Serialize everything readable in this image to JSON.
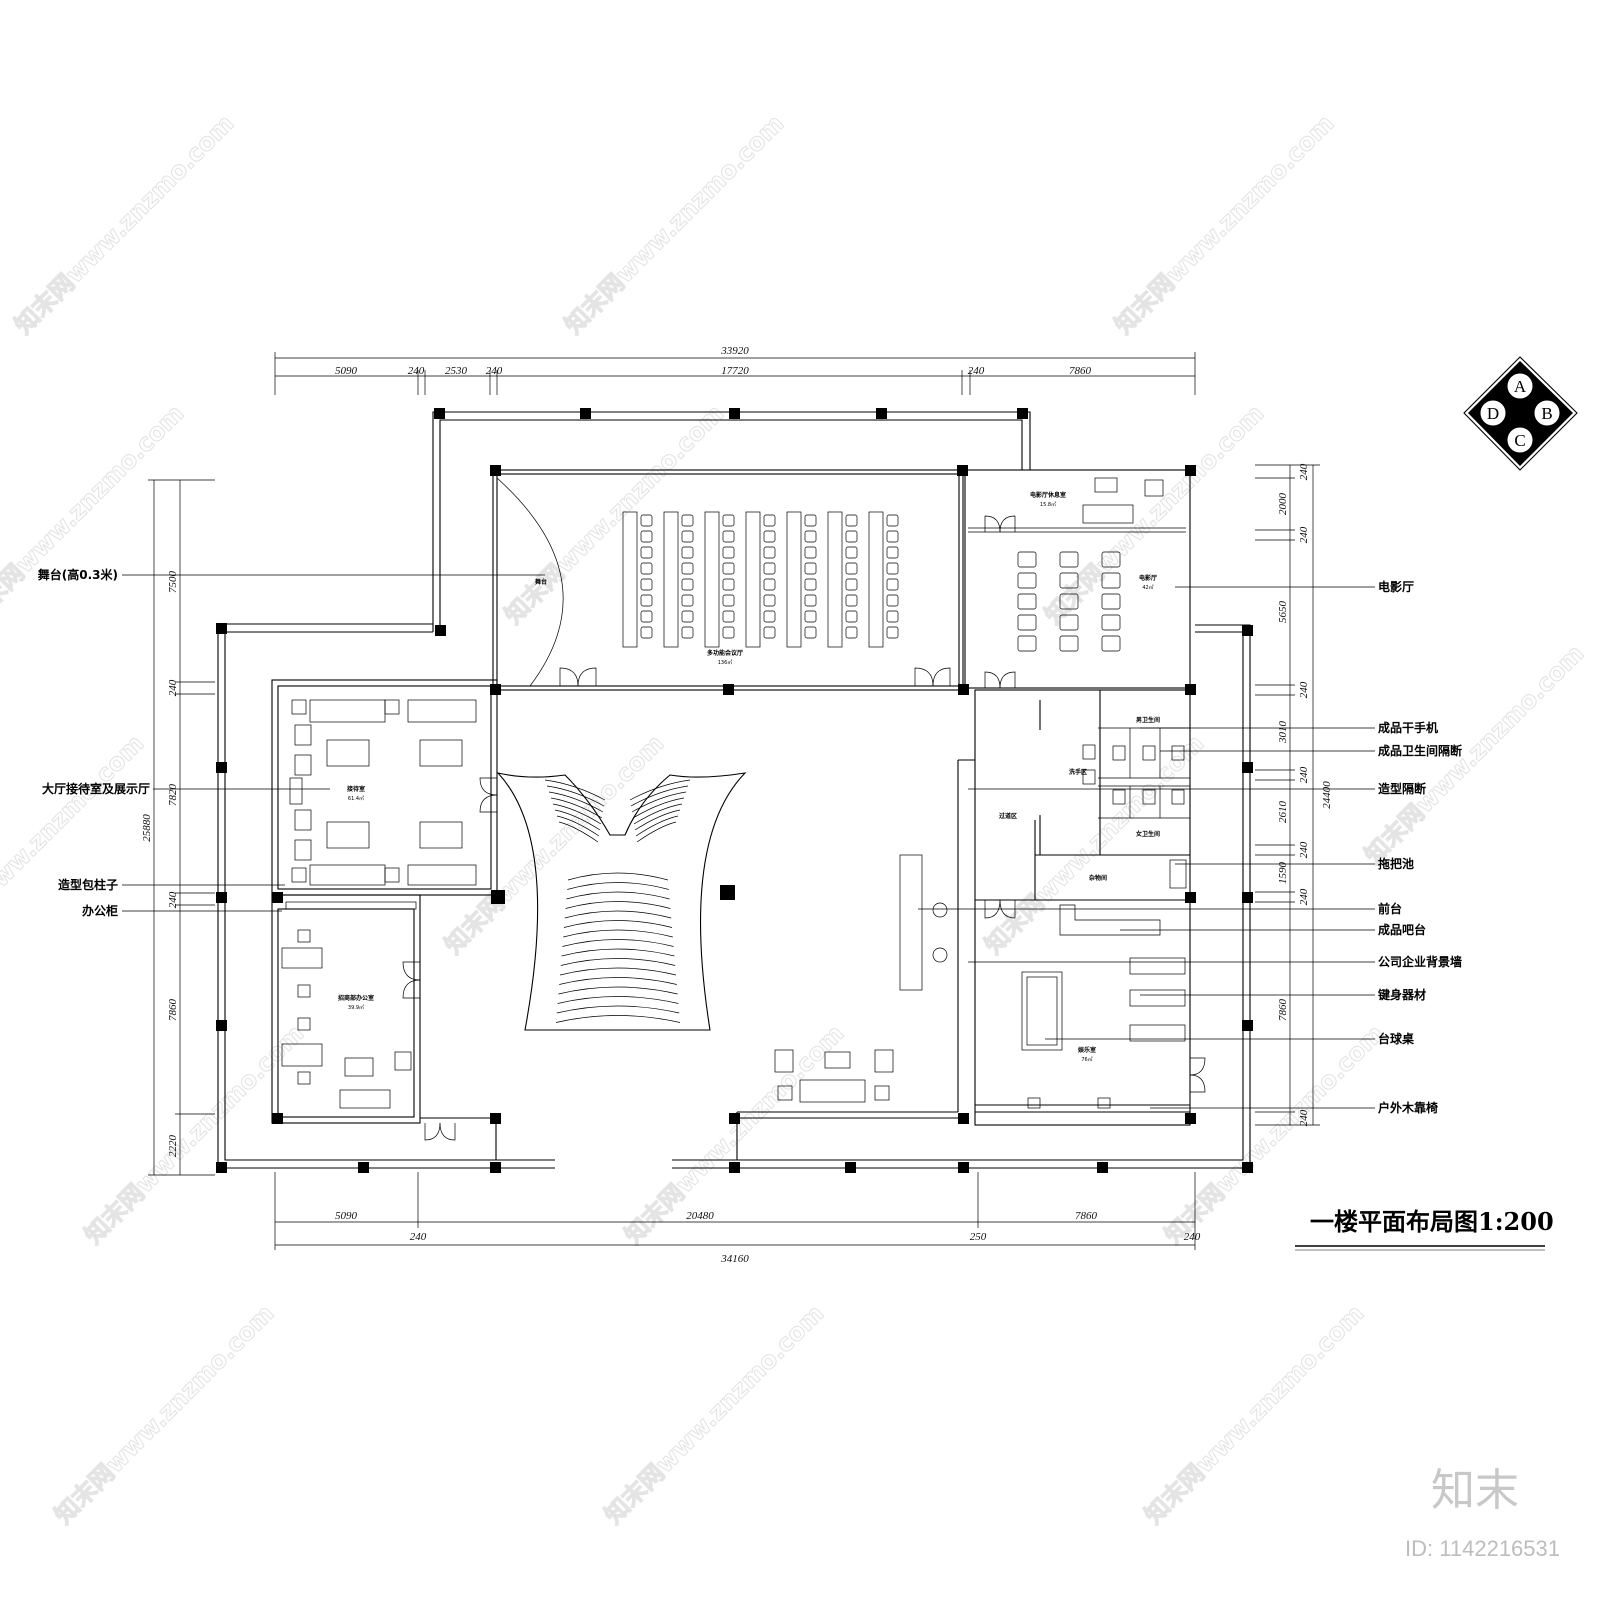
{
  "title": "一楼平面布局图1:200",
  "compass": {
    "letters": [
      "A",
      "B",
      "C",
      "D"
    ]
  },
  "dimensions": {
    "top_total": "33920",
    "top_segments": [
      "5090",
      "240",
      "2530",
      "240",
      "17720",
      "240",
      "7860"
    ],
    "bottom_row": [
      "5090",
      "20480",
      "7860"
    ],
    "bottom_thin": [
      "240",
      "250",
      "240"
    ],
    "bottom_total": "34160",
    "left_total": "25880",
    "left_segments": [
      "7500",
      "240",
      "7820",
      "240",
      "7860",
      "2220"
    ],
    "right_total": "24400",
    "right_segments": [
      "240",
      "2000",
      "240",
      "5650",
      "240",
      "3010",
      "240",
      "2610",
      "240",
      "1590",
      "240",
      "7860",
      "240"
    ]
  },
  "callouts_left": [
    {
      "text": "舞台(高0.3米)"
    },
    {
      "text": "大厅接待室及展示厅"
    },
    {
      "text": "造型包柱子"
    },
    {
      "text": "办公柜"
    }
  ],
  "callouts_right": [
    {
      "text": "电影厅"
    },
    {
      "text": "成品干手机"
    },
    {
      "text": "成品卫生间隔断"
    },
    {
      "text": "造型隔断"
    },
    {
      "text": "拖把池"
    },
    {
      "text": "前台"
    },
    {
      "text": "成品吧台"
    },
    {
      "text": "公司企业背景墙"
    },
    {
      "text": "键身器材"
    },
    {
      "text": "台球桌"
    },
    {
      "text": "户外木靠椅"
    }
  ],
  "rooms": {
    "stage": "舞台",
    "meeting": "多功能会议厅",
    "meeting_area": "136㎡",
    "cinema_lounge": "电影厅休息室",
    "cinema_lounge_area": "15.8㎡",
    "cinema": "电影厅",
    "cinema_area": "42㎡",
    "reception": "接待室",
    "reception_area": "61.4㎡",
    "office": "招商部办公室",
    "office_area": "39.9㎡",
    "male_wc": "男卫生间",
    "female_wc": "女卫生间",
    "wash": "洗手区",
    "corridor": "过道区",
    "storage": "杂物间",
    "entertainment": "娱乐室",
    "entertainment_area": "76㎡"
  },
  "watermark": {
    "text": "知末网www.znzmo.com"
  },
  "brand": {
    "logo": "知末",
    "id": "ID: 1142216531"
  }
}
